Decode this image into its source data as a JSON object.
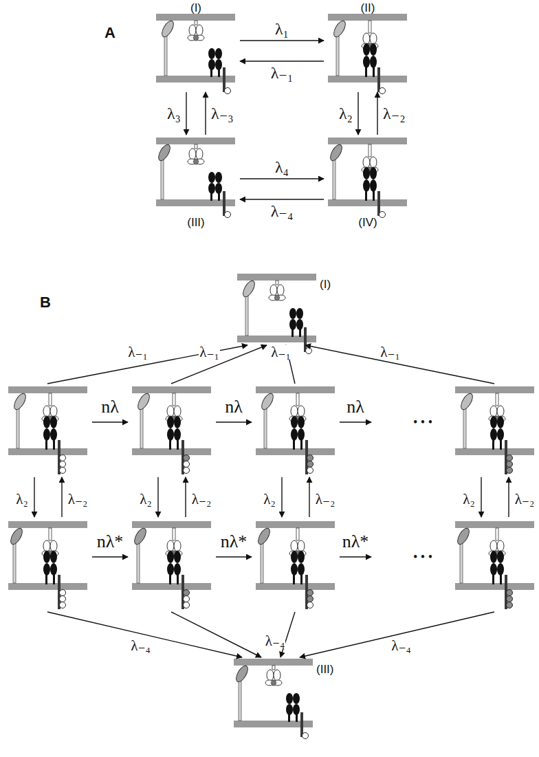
{
  "diagram": {
    "nodes": [
      {
        "text": [
          "(I)"
        ]
      },
      {
        "text": [
          "(II)"
        ]
      },
      {
        "text": [
          "(III)"
        ]
      },
      {
        "text": [
          "(IV)"
        ]
      },
      {
        "text": [
          "(I)"
        ]
      },
      {
        "text": [
          "(III)"
        ]
      }
    ],
    "edges": [
      {
        "from": 0,
        "to": 1,
        "label": "λ₁",
        "arrow": "to"
      },
      {
        "from": 1,
        "to": 0,
        "label": "λ₋₁",
        "arrow": "to"
      },
      {
        "from": 0,
        "to": 2,
        "label": "λ₃",
        "arrow": "to"
      },
      {
        "from": 2,
        "to": 0,
        "label": "λ₋₃",
        "arrow": "to"
      },
      {
        "from": 1,
        "to": 3,
        "label": "λ₂",
        "arrow": "to"
      },
      {
        "from": 3,
        "to": 1,
        "label": "λ₋₂",
        "arrow": "to"
      },
      {
        "from": 2,
        "to": 3,
        "label": "λ₄",
        "arrow": "to"
      },
      {
        "from": 3,
        "to": 2,
        "label": "λ₋₄",
        "arrow": "to"
      }
    ],
    "labels": [
      "A",
      "B",
      "λ₋₁",
      "λ₋₁",
      "λ₋₁",
      "λ₋₁",
      "nλ",
      "nλ",
      "nλ",
      "• • •",
      "λ₂",
      "λ₂",
      "λ₂",
      "λ₂",
      "λ₋₂",
      "λ₋₂",
      "λ₋₂",
      "λ₋₂",
      "nλ*",
      "nλ*",
      "nλ*",
      "• • •",
      "λ₋₄",
      "λ₋₄",
      "λ₋₄"
    ]
  }
}
